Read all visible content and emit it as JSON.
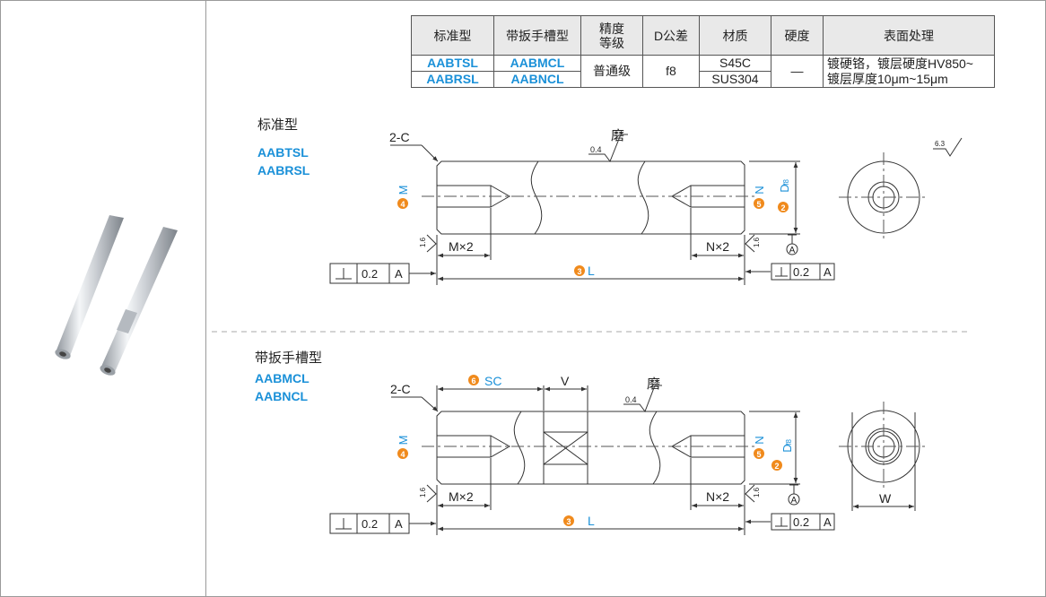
{
  "table": {
    "headers": [
      "标准型",
      "带扳手槽型",
      "精度\n等级",
      "D公差",
      "材质",
      "硬度",
      "表面处理"
    ],
    "header_precision_1": "精度",
    "header_precision_2": "等级",
    "row1_standard": "AABTSL",
    "row1_wrench": "AABMCL",
    "row2_standard": "AABRSL",
    "row2_wrench": "AABNCL",
    "precision": "普通级",
    "d_tolerance": "f8",
    "material1": "S45C",
    "material2": "SUS304",
    "hardness": "—",
    "surface1": "镀硬铬，镀层硬度HV850~",
    "surface2": "镀层厚度10μm~15μm"
  },
  "standard": {
    "title": "标准型",
    "code1": "AABTSL",
    "code2": "AABRSL"
  },
  "wrench": {
    "title": "带扳手槽型",
    "code1": "AABMCL",
    "code2": "AABNCL"
  },
  "labels": {
    "chamfer": "2-C",
    "grind": "磨",
    "grind_ra": "0.4",
    "ra_small": "1.6",
    "ra_top": "6.3",
    "mx2": "M×2",
    "nx2": "N×2",
    "L": "L",
    "SC": "SC",
    "V": "V",
    "W": "W",
    "M": "M",
    "N": "N",
    "D": "D",
    "D_sub": "f8",
    "datum": "A",
    "perp_value": "0.2",
    "perp_datum": "A",
    "n2": "2",
    "n3": "3",
    "n4": "4",
    "n5": "5",
    "n6": "6"
  },
  "colors": {
    "accent_blue": "#1a90d8",
    "marker_orange": "#f08a1c",
    "line": "#333333"
  }
}
